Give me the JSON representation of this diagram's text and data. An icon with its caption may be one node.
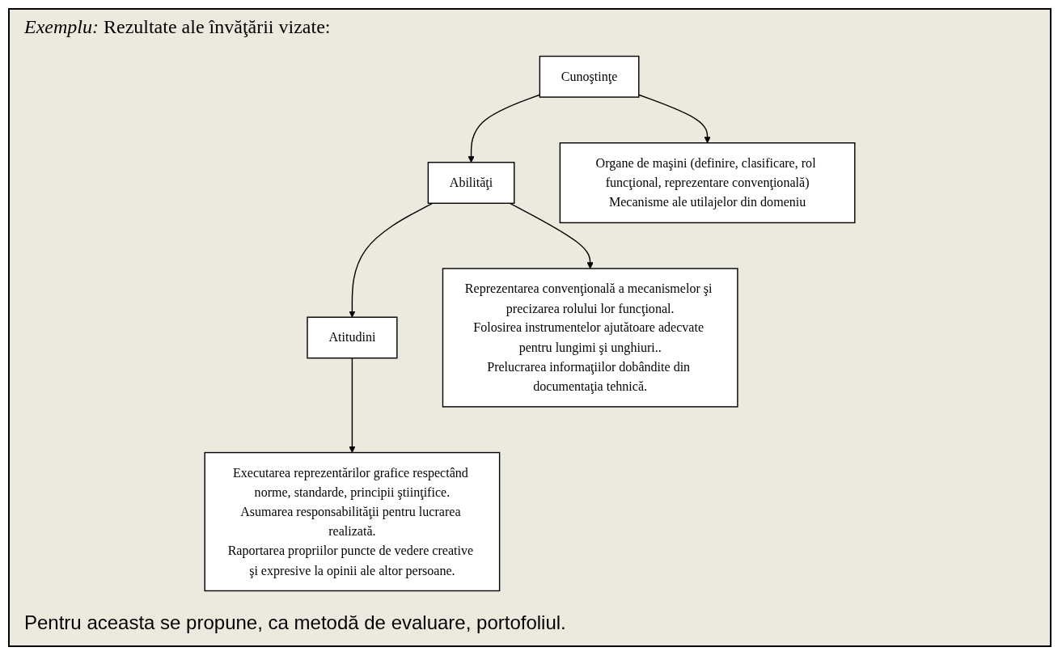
{
  "diagram": {
    "title": "*Exemplu:* Rezultate ale învăţării vizate:",
    "caption": "Pentru aceasta se propune, ca metodă de evaluare, portofoliul.",
    "nodes": [
      {
        "text": [
          "Cunoştinţe"
        ]
      },
      {
        "text": [
          "Abilităţi"
        ]
      },
      {
        "text": [
          "Atitudini"
        ]
      },
      {
        "text": [
          "Organe de maşini (definire, clasificare, rol funcţional, reprezentare convenţională)",
          "Mecanisme ale utilajelor din domeniu"
        ]
      },
      {
        "text": [
          "Reprezentarea convenţională a mecanismelor şi precizarea rolului lor funcţional.",
          "Folosirea instrumentelor ajutătoare adecvate pentru lungimi şi unghiuri..",
          "Prelucrarea informaţiilor dobândite din documentaţia tehnică."
        ]
      },
      {
        "text": [
          "Executarea reprezentărilor grafice respectând norme, standarde, principii ştiinţifice.",
          "Asumarea responsabilităţii pentru lucrarea realizată.",
          "Raportarea propriilor puncte de vedere creative şi expresive la opinii ale altor persoane."
        ]
      }
    ],
    "edges": [
      {
        "from": 0,
        "to": 1,
        "arrow": "to"
      },
      {
        "from": 1,
        "to": 2,
        "arrow": "to"
      },
      {
        "from": 0,
        "to": 3,
        "arrow": "to"
      },
      {
        "from": 1,
        "to": 4,
        "arrow": "to"
      },
      {
        "from": 2,
        "to": 5,
        "arrow": "to"
      }
    ]
  }
}
